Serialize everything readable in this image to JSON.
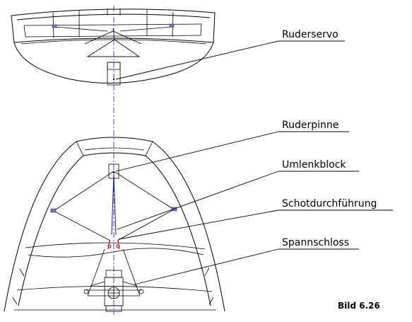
{
  "labels": {
    "ruderservo": "Ruderservo",
    "ruderpinne": "Ruderpinne",
    "umlenkblock": "Umlenkblock",
    "schotdurchfuehrung": "Schotdurchführung",
    "spannschloss": "Spannschloss"
  },
  "caption": "Bild 6.26",
  "colors": {
    "line": "#000000",
    "centerline": "#1a1aa0",
    "fairlead": "#8a6cc8",
    "turnbuckle": "#d01818"
  }
}
